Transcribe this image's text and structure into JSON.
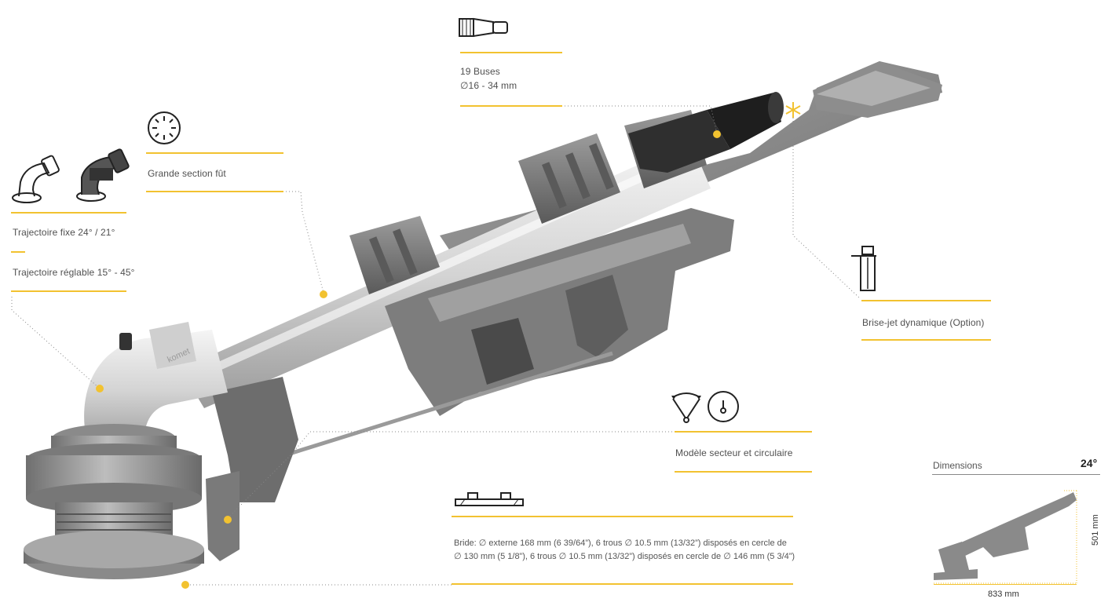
{
  "features": {
    "nozzles": {
      "line1": "19 Buses",
      "line2": "∅16 - 34 mm"
    },
    "barrel": {
      "label": "Grande section fût"
    },
    "trajectory": {
      "fixed": "Trajectoire fixe 24° / 21°",
      "adjustable": "Trajectoire réglable 15° - 45°"
    },
    "jet_breaker": {
      "label": "Brise-jet dynamique (Option)"
    },
    "sector_model": {
      "label": "Modèle secteur et circulaire"
    },
    "flange": {
      "line1": "Bride: ∅ externe 168 mm (6 39/64”), 6 trous ∅ 10.5 mm (13/32”) disposés en cercle de",
      "line2": "∅ 130 mm (5 1/8”), 6 trous ∅ 10.5 mm (13/32”) disposés en cercle de ∅ 146 mm (5 3/4”)"
    }
  },
  "product_marking": "komet",
  "dimensions": {
    "title": "Dimensions",
    "angle": "24°",
    "height": "501 mm",
    "length": "833 mm"
  },
  "colors": {
    "accent": "#f2c230",
    "body": "#8a8a8a",
    "dark": "#3c3c3c",
    "tube": "#d9d9d9"
  },
  "icons": [
    "nozzle-icon",
    "barrel-section-icon",
    "elbow-fixed-icon",
    "elbow-adjustable-icon",
    "jet-breaker-icon",
    "sector-icon",
    "circular-icon",
    "flange-icon",
    "asterisk-icon"
  ]
}
